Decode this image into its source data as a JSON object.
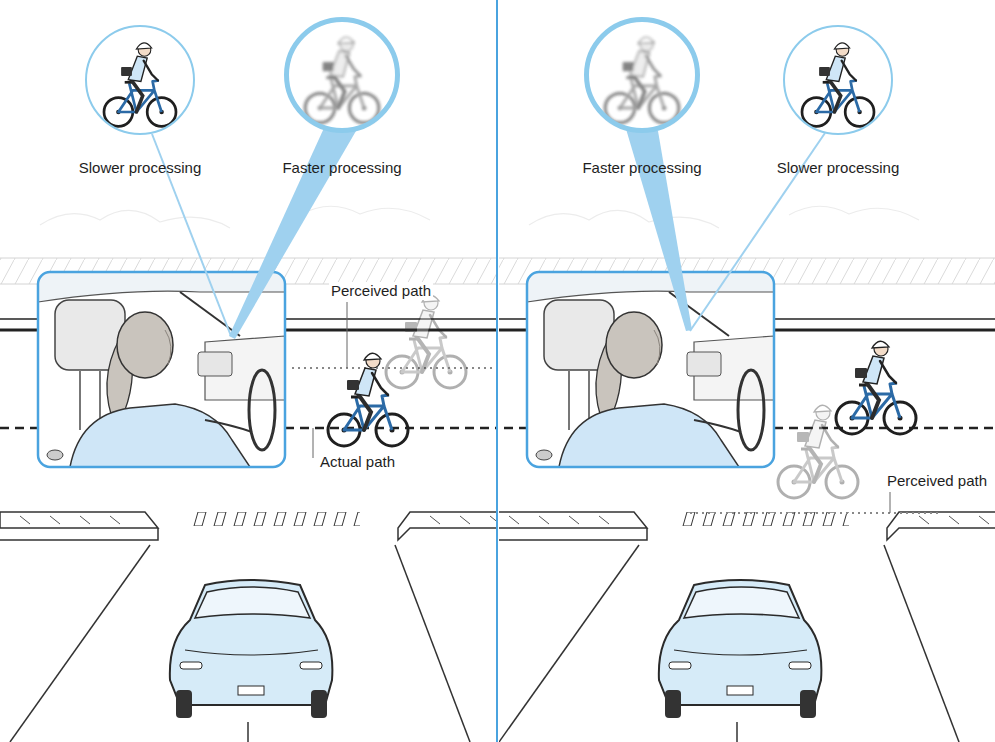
{
  "diagram": {
    "nodes": [
      {
        "text": [
          "Slower processing"
        ]
      },
      {
        "text": [
          "Faster processing"
        ]
      },
      {
        "text": [
          "Faster processing"
        ]
      },
      {
        "text": [
          "Slower processing"
        ]
      }
    ],
    "labels": [
      "Perceived path",
      "Actual path",
      "Perceived path"
    ]
  }
}
